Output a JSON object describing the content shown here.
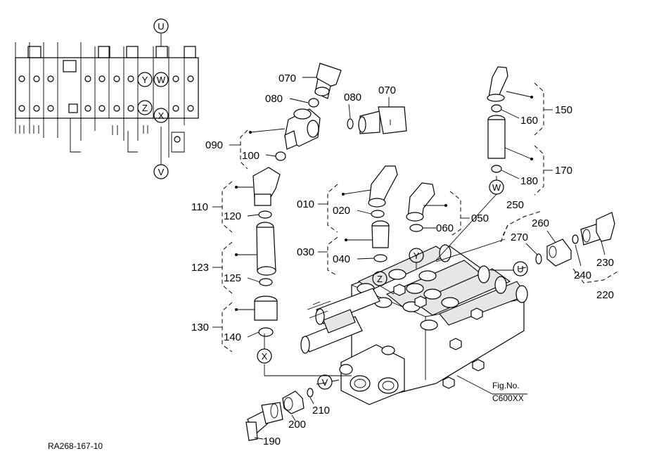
{
  "figure": {
    "fig_no": "Fig.No.",
    "fig_code": "C600XX",
    "drawing_id": "RA268-167-10"
  },
  "part_labels": [
    "070",
    "080",
    "080",
    "070",
    "090",
    "100",
    "110",
    "120",
    "123",
    "125",
    "130",
    "140",
    "010",
    "020",
    "030",
    "040",
    "050",
    "060",
    "150",
    "160",
    "170",
    "180",
    "250",
    "260",
    "270",
    "230",
    "240",
    "220",
    "190",
    "200",
    "210"
  ],
  "port_markers": [
    "U",
    "V",
    "W",
    "X",
    "Y",
    "Z"
  ],
  "inset_markers": [
    "U",
    "Y",
    "W",
    "Z",
    "X",
    "V"
  ]
}
